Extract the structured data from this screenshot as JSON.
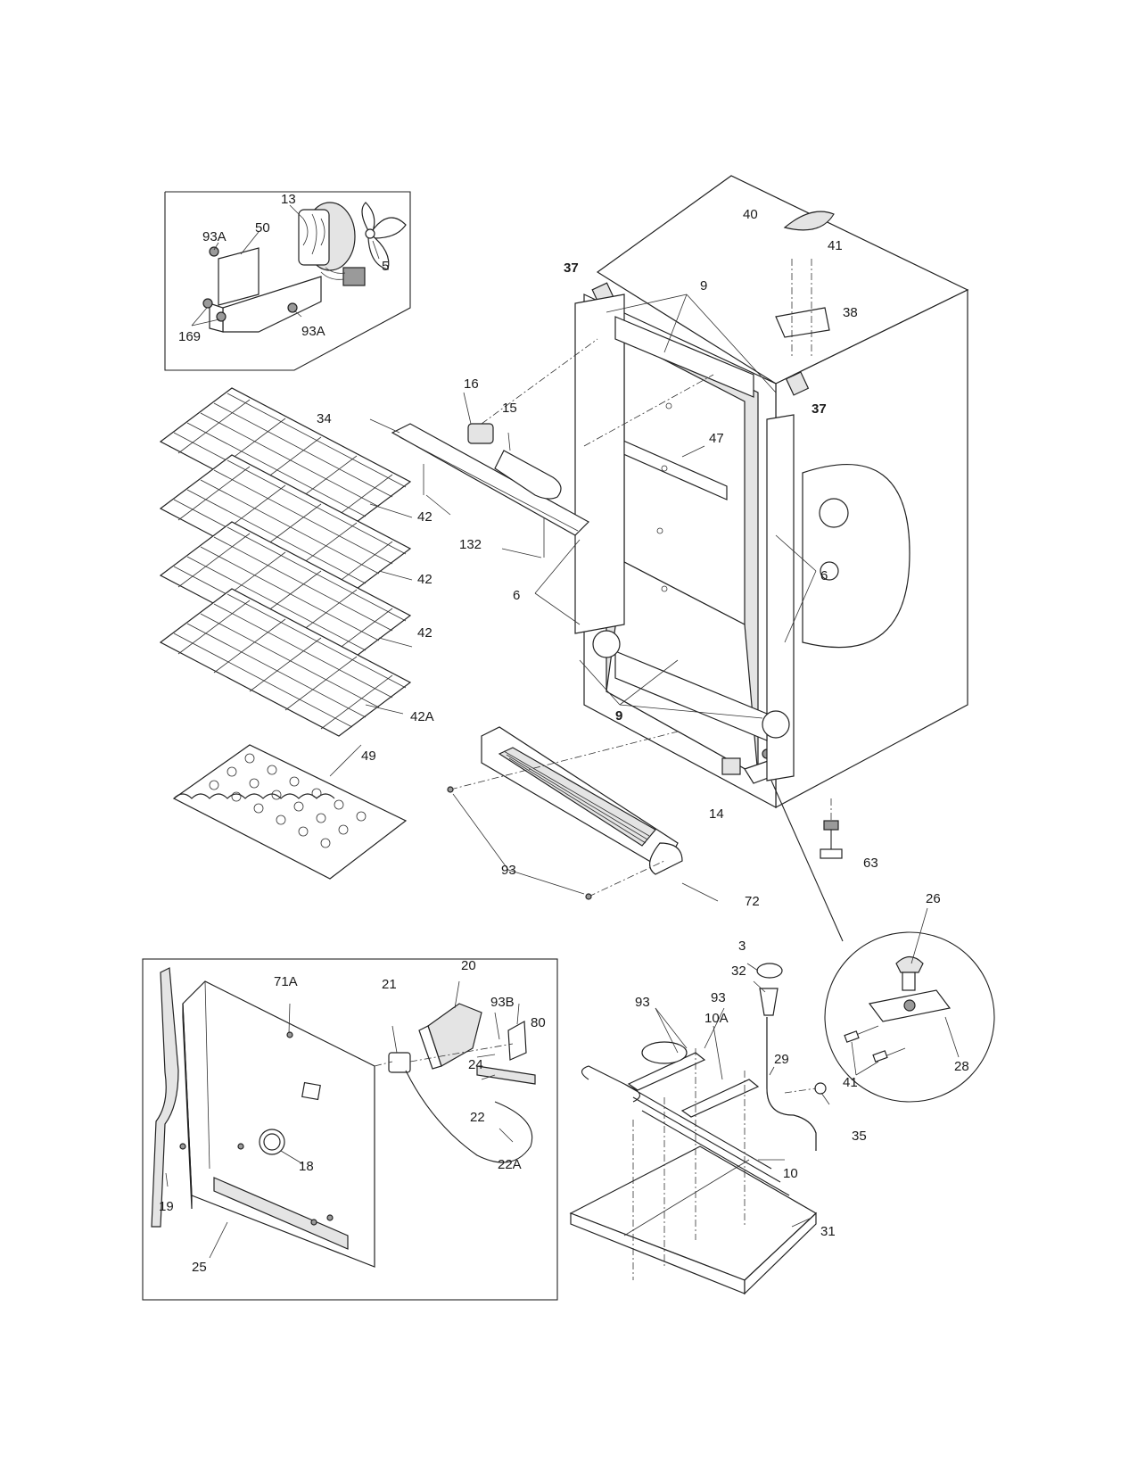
{
  "labels": {
    "l13": "13",
    "l50": "50",
    "l93a_1": "93A",
    "l5": "5",
    "l169": "169",
    "l93a_2": "93A",
    "l40": "40",
    "l41_top": "41",
    "l37_top": "37",
    "l9_top": "9",
    "l38": "38",
    "l37_right": "37",
    "l16": "16",
    "l15": "15",
    "l34": "34",
    "l47": "47",
    "l42_1": "42",
    "l132": "132",
    "l42_2": "42",
    "l6_left": "6",
    "l6_right": "6",
    "l42_3": "42",
    "l42a": "42A",
    "l9_bottom": "9",
    "l49": "49",
    "l14": "14",
    "l63": "63",
    "l93_front": "93",
    "l72": "72",
    "l26": "26",
    "l3": "3",
    "l32": "32",
    "l20": "20",
    "l71a": "71A",
    "l21": "21",
    "l93b": "93B",
    "l80": "80",
    "l93_a": "93",
    "l93_b": "93",
    "l10a": "10A",
    "l24": "24",
    "l29": "29",
    "l22": "22",
    "l41_detail": "41",
    "l28": "28",
    "l35": "35",
    "l18": "18",
    "l22a": "22A",
    "l10": "10",
    "l19": "19",
    "l31": "31",
    "l25": "25"
  },
  "colors": {
    "line": "#222222",
    "fill_light": "#e4e4e4",
    "fill_dark": "#9a9a9a",
    "background": "#ffffff"
  },
  "icons": {
    "screw": "screw-icon",
    "hinge": "hinge-icon",
    "light-bulb": "light-bulb-icon"
  }
}
